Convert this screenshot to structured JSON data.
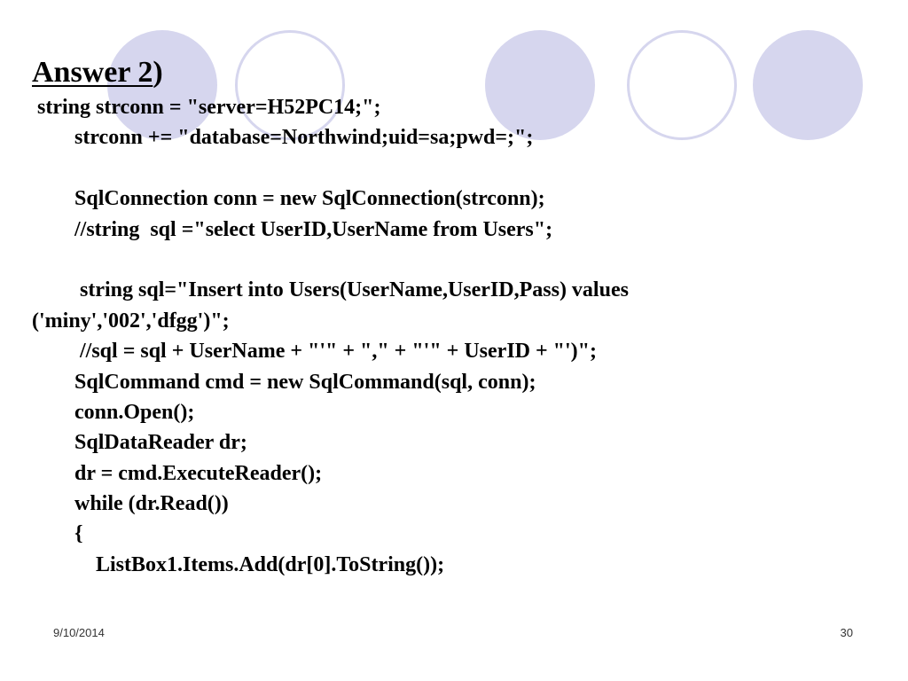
{
  "slide": {
    "title": {
      "underlined": "Answer 2",
      "suffix": ")"
    },
    "code_lines": [
      " string strconn = \"server=H52PC14;\";",
      "        strconn += \"database=Northwind;uid=sa;pwd=;\";",
      "",
      "        SqlConnection conn = new SqlConnection(strconn);",
      "        //string  sql =\"select UserID,UserName from Users\";",
      "",
      "         string sql=\"Insert into Users(UserName,UserID,Pass) values",
      "('miny','002','dfgg')\";",
      "         //sql = sql + UserName + \"'\" + \",\" + \"'\" + UserID + \"')\";",
      "        SqlCommand cmd = new SqlCommand(sql, conn);",
      "        conn.Open();",
      "        SqlDataReader dr;",
      "        dr = cmd.ExecuteReader();",
      "        while (dr.Read())",
      "        {",
      "            ListBox1.Items.Add(dr[0].ToString());"
    ]
  },
  "footer": {
    "date": "9/10/2014",
    "page_number": "30"
  },
  "theme": {
    "circle_color": "#d6d6ee"
  }
}
